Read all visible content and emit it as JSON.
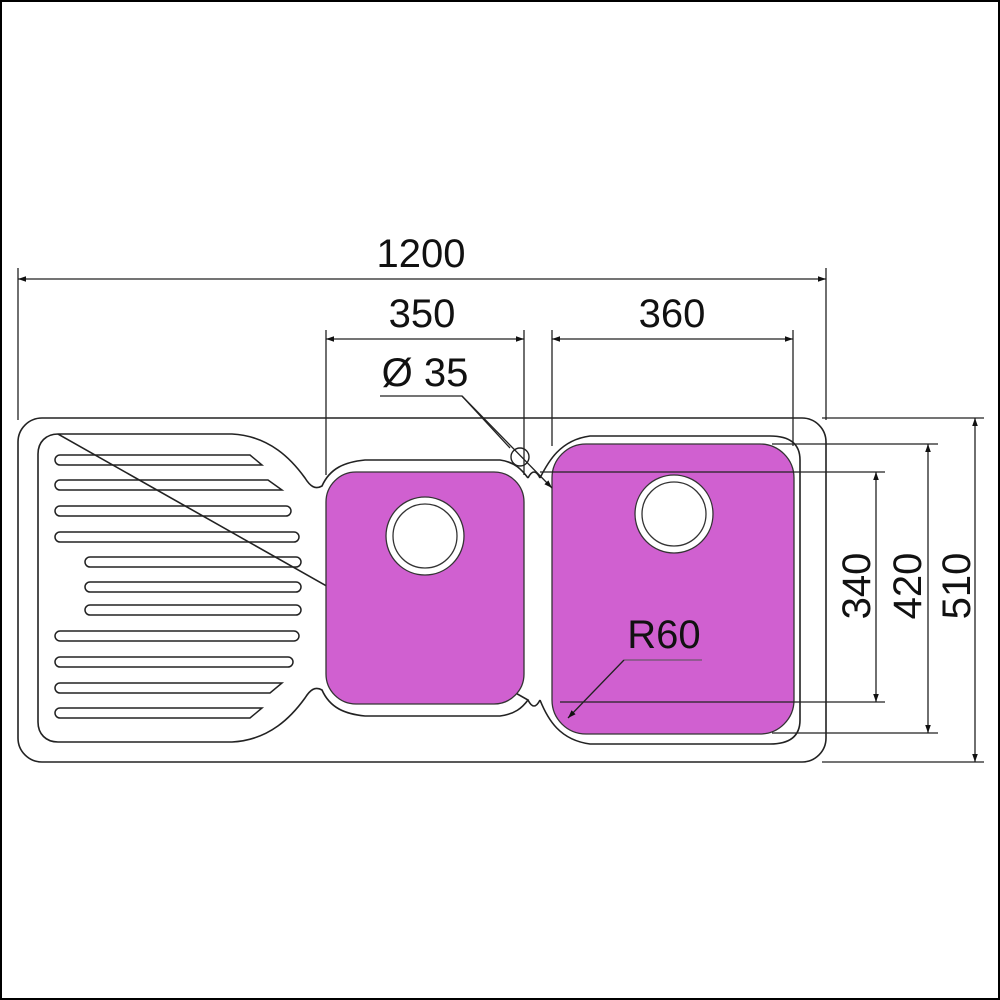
{
  "drawing": {
    "title": "Double bowl sink with drainer – plan view",
    "units": "mm",
    "bowl_color": "#D060D0",
    "line_color": "#222222",
    "dimensions": {
      "overall_width": "1200",
      "left_bowl_width": "350",
      "right_bowl_width": "360",
      "tap_hole_diameter": "Ø 35",
      "bowl_inner_depth": "340",
      "bowl_depth": "420",
      "overall_depth": "510",
      "corner_radius": "R60"
    },
    "drainer": {
      "groove_count": 11
    },
    "bowls": [
      {
        "name": "left bowl",
        "width": "350",
        "waste_hole": true
      },
      {
        "name": "right bowl",
        "width": "360",
        "waste_hole": true
      }
    ]
  }
}
